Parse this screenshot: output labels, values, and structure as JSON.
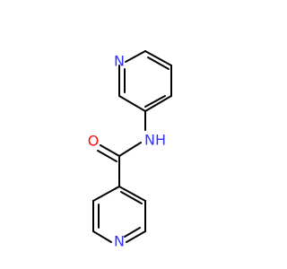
{
  "molecule": {
    "atoms": {
      "pyridine_top_n": {
        "symbol": "N",
        "color": "#3333ff"
      },
      "amide_o": {
        "symbol": "O",
        "color": "#ff0d0d"
      },
      "amide_nh": {
        "symbol": "NH",
        "color": "#3333ff"
      },
      "pyridine_bottom_n": {
        "symbol": "N",
        "color": "#3333ff"
      }
    },
    "colors": {
      "bond": "#000000"
    }
  }
}
